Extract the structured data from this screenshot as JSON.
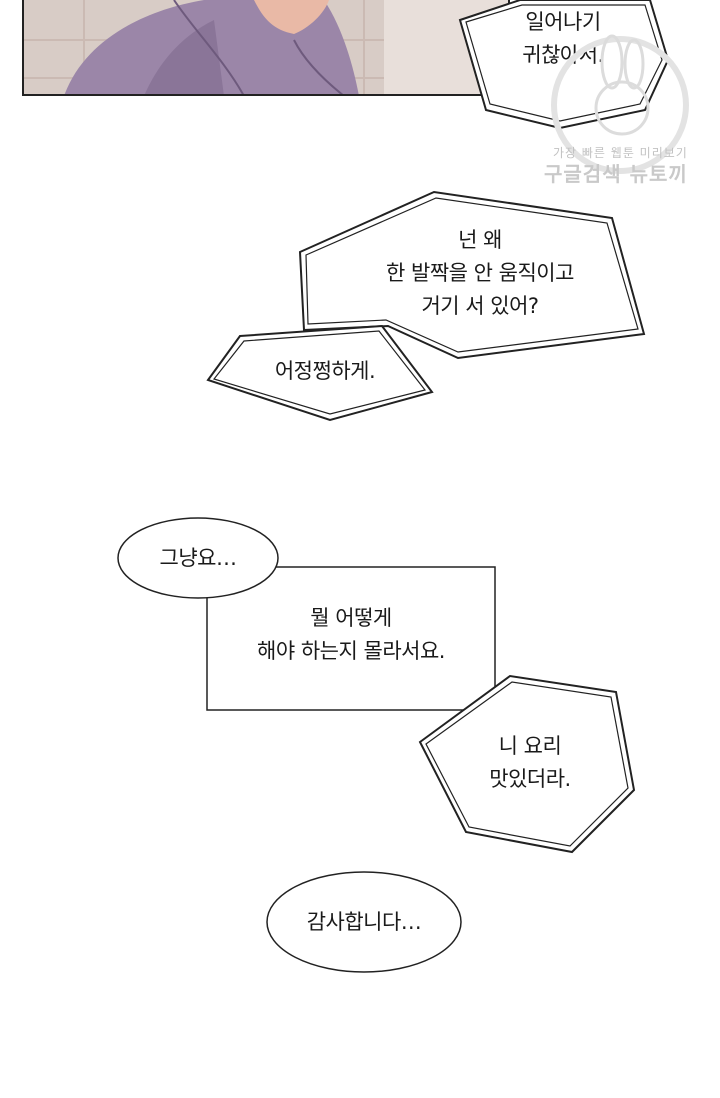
{
  "bubbles": {
    "b1": [
      "일어나기",
      "귀찮아서."
    ],
    "b2": [
      "넌 왜",
      "한 발짝을 안 움직이고",
      "거기 서 있어?"
    ],
    "b3": [
      "어정쩡하게."
    ],
    "b4": [
      "그냥요…"
    ],
    "b5": [
      "뭘 어떻게",
      "해야 하는지 몰라서요."
    ],
    "b6": [
      "니 요리",
      "맛있더라."
    ],
    "b7": [
      "감사합니다…"
    ]
  },
  "watermark": {
    "line1": "가장 빠른 웹툰 미리보기",
    "line2": "구글검색 뉴토끼"
  },
  "colors": {
    "ink": "#1a1a1a",
    "shirt": "#9b86a8",
    "skin": "#e9b9a6",
    "watermark": "#c7c7c7"
  }
}
